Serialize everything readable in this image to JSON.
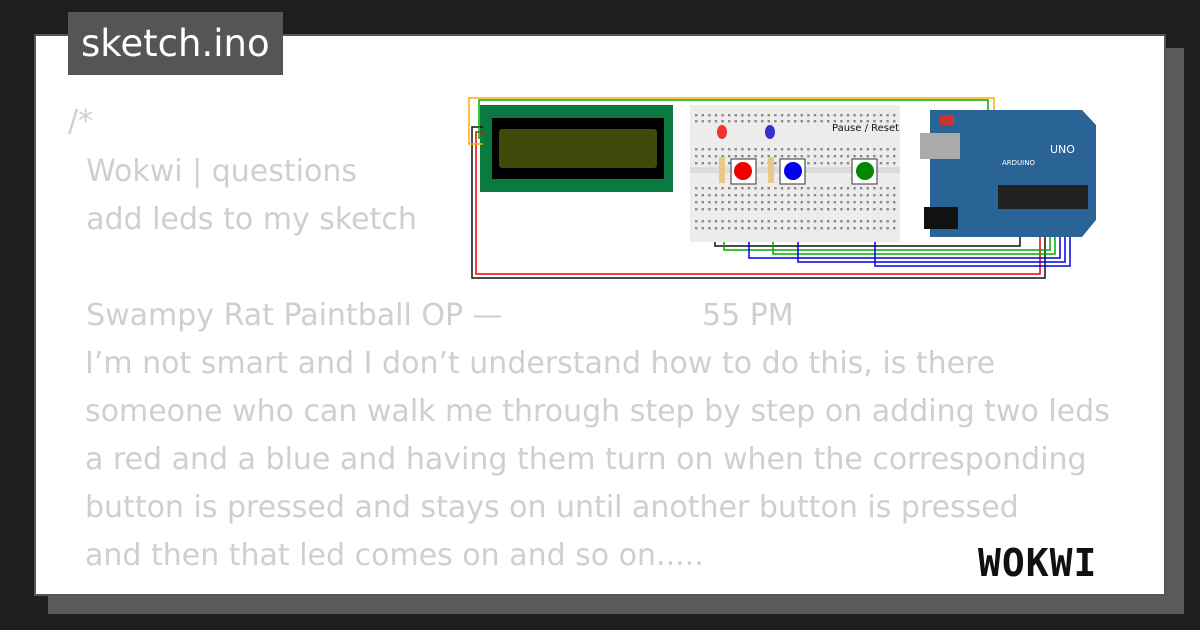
{
  "file_title": "sketch.ino",
  "code_lines": [
    "/*",
    "  Wokwi | questions",
    "  add leds to my sketch",
    "",
    "  Swampy Rat Paintball OP —",
    "I’m not smart and I don’t understand how to do this, is there",
    "someone who can walk me through step by step on adding two leds",
    "a red and a blue and having them turn on when the corresponding",
    "button is pressed and stays on until another button is pressed",
    "and then that led comes on and so on....."
  ],
  "code_time_fragment": "55 PM",
  "diagram": {
    "button_label": "Pause / Reset",
    "board_label": "UNO",
    "board_brand": "ARDUINO"
  },
  "logo": "WOKWI",
  "colors": {
    "background": "#1e1e1e",
    "code_text": "#cfcfcf",
    "lcd": "#0a7a40",
    "board": "#2a6496"
  }
}
